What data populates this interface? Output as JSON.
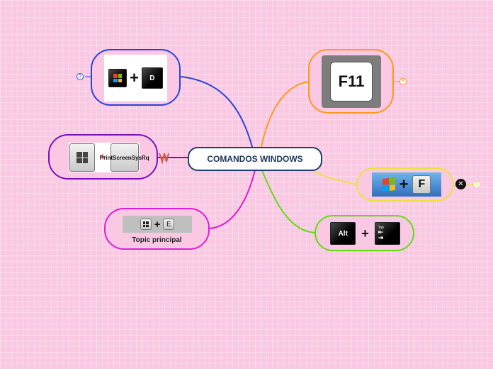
{
  "central": {
    "label": "COMANDOS WINDOWS"
  },
  "topics": {
    "win_d": {
      "key_label": "D",
      "plus": "+",
      "badge": "1"
    },
    "print_screen": {
      "key_label": "Print Screen SysRq",
      "plus": "+"
    },
    "win_e": {
      "key_label": "E",
      "plus": "+",
      "caption": "Topic principal"
    },
    "f11": {
      "key_label": "F11",
      "badge": "5"
    },
    "win_f": {
      "key_label": "F",
      "plus": "+",
      "badge": "1"
    },
    "alt_tab": {
      "key_alt": "Alt",
      "key_tab": "Tab",
      "plus": "+"
    }
  },
  "colors": {
    "win_d": "#2c43d6",
    "print_screen": "#7a12b5",
    "win_e": "#e01ed1",
    "f11": "#ff9a1a",
    "win_f": "#ece23c",
    "alt_tab": "#5fdc14"
  }
}
